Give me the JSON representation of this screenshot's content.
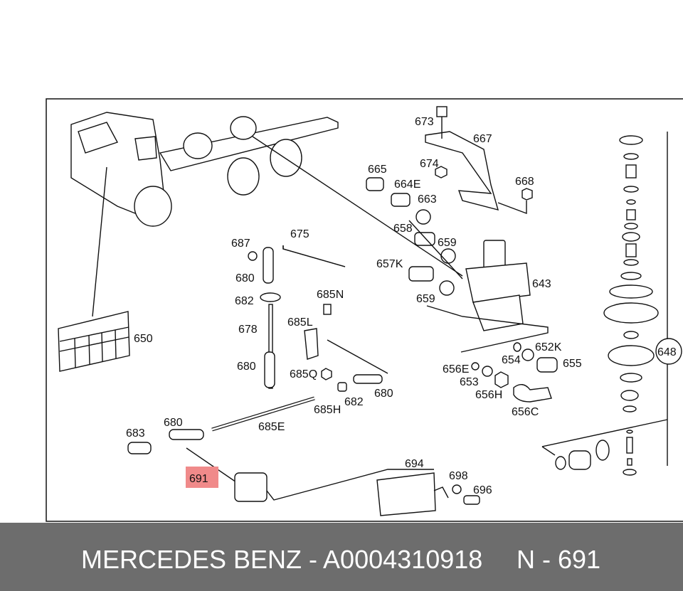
{
  "diagram": {
    "callouts": [
      "673",
      "667",
      "674",
      "665",
      "664E",
      "668",
      "663",
      "658",
      "659",
      "675",
      "687",
      "657K",
      "643",
      "680",
      "685N",
      "682",
      "659",
      "685L",
      "678",
      "650",
      "652K",
      "648",
      "654",
      "655",
      "680",
      "656E",
      "685Q",
      "653",
      "680",
      "682",
      "656H",
      "685H",
      "656C",
      "685E",
      "680",
      "683",
      "694",
      "698",
      "691",
      "696"
    ],
    "highlighted_callout": "691",
    "highlight_color": "#f08a8a"
  },
  "footer": {
    "part_title": "MERCEDES BENZ - A0004310918",
    "position_label": "N - 691"
  }
}
